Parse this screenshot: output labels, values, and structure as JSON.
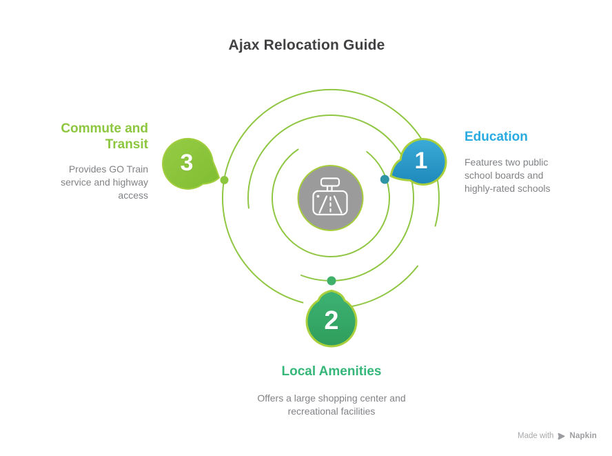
{
  "title": "Ajax Relocation Guide",
  "items": [
    {
      "number": "1",
      "label": "Education",
      "description": "Features two public school boards and highly-rated schools",
      "accent": "#29ABE2",
      "bubble_fill": "#2D9FCB",
      "connector_dot_color": "#2E95A5",
      "position": "right"
    },
    {
      "number": "2",
      "label": "Local Amenities",
      "description": "Offers a large shopping center and recreational facilities",
      "accent": "#35B779",
      "bubble_fill": "#36A868",
      "connector_dot_color": "#3EB06A",
      "position": "bottom"
    },
    {
      "number": "3",
      "label": "Commute and Transit",
      "description": "Provides GO Train service and highway access",
      "accent": "#8DC63F",
      "bubble_fill": "#8CC63F",
      "connector_dot_color": "#8CC63F",
      "position": "left"
    }
  ],
  "center": {
    "icon": "suitcase-road-icon",
    "circle_fill": "#9B9B9B",
    "ring_color": "#A6CE39"
  },
  "orbit_color": "#8FC642",
  "bubble_ring_color": "#A9D03C",
  "text_colors": {
    "title": "#414042",
    "description": "#808285"
  },
  "watermark": {
    "prefix": "Made with",
    "brand": "Napkin"
  }
}
